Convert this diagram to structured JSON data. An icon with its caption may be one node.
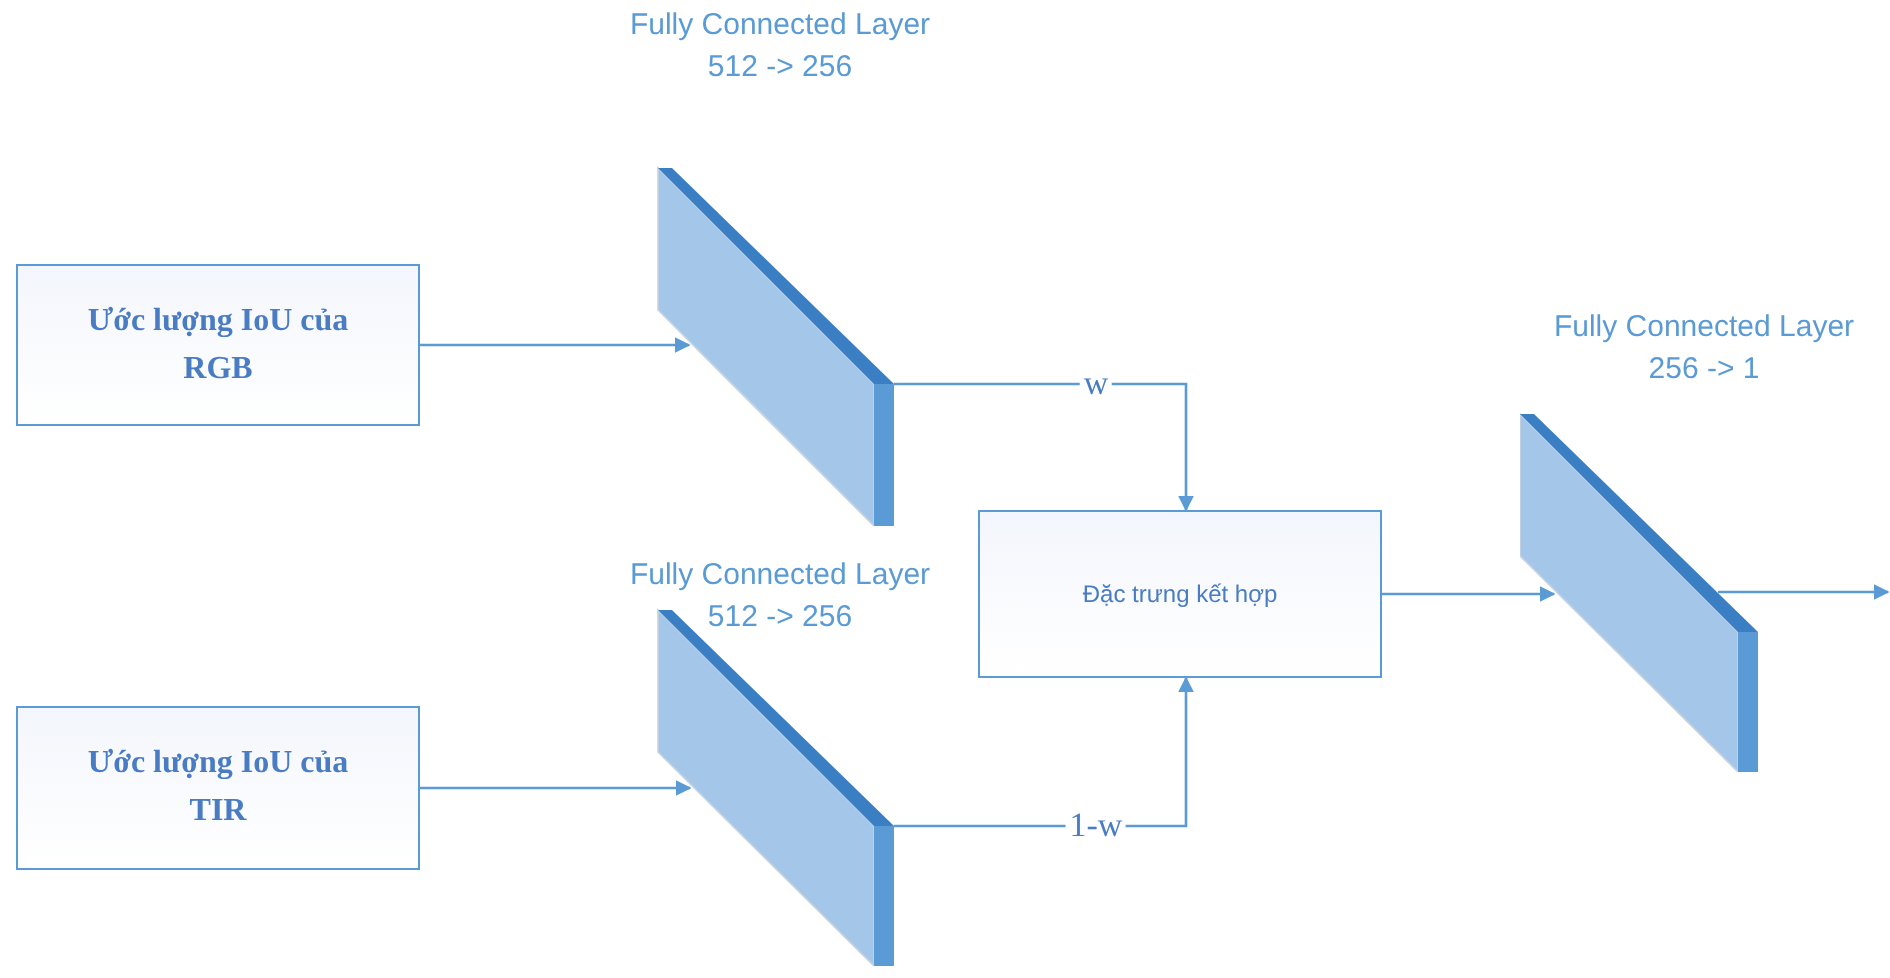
{
  "diagram": {
    "nodes": [
      {
        "text": [
          "Ước lượng IoU của RGB"
        ]
      },
      {
        "text": [
          "Fully Connected Layer",
          "512 -> 256"
        ]
      },
      {
        "text": [
          "Ước lượng IoU của TIR"
        ]
      },
      {
        "text": [
          "Fully Connected Layer",
          "512 -> 256"
        ]
      },
      {
        "text": [
          "Đặc trưng kết hợp"
        ]
      },
      {
        "text": [
          "Fully Connected Layer",
          "256 -> 1"
        ]
      }
    ],
    "edges": [
      {
        "from": 0,
        "to": 1,
        "arrow": "to"
      },
      {
        "from": 2,
        "to": 3,
        "arrow": "to"
      },
      {
        "from": 1,
        "to": 4,
        "arrow": "to",
        "label": "w"
      },
      {
        "from": 3,
        "to": 4,
        "arrow": "to",
        "label": "1-w"
      },
      {
        "from": 4,
        "to": 5,
        "arrow": "to"
      },
      {
        "from": 5,
        "to": null,
        "arrow": "to"
      }
    ]
  }
}
